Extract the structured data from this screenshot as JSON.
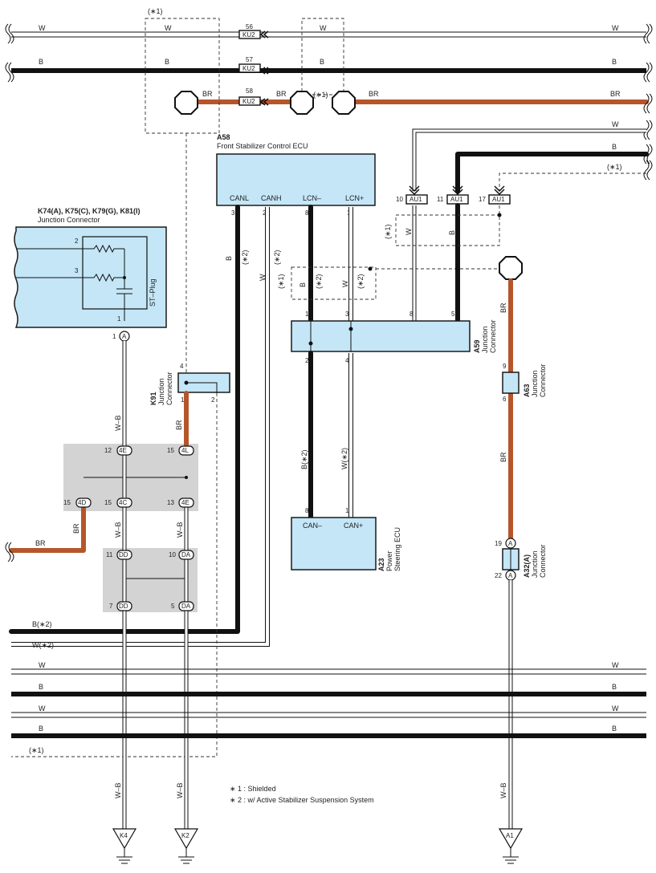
{
  "labels": {
    "w": "W",
    "b": "B",
    "br": "BR",
    "wb": "W–B",
    "shield": "(∗1)",
    "star2": "(∗2)",
    "b_star2": "B(∗2)",
    "w_star2": "W(∗2)"
  },
  "connectors": {
    "ku2_56": {
      "pin": "56",
      "name": "KU2"
    },
    "ku2_57": {
      "pin": "57",
      "name": "KU2"
    },
    "ku2_58": {
      "pin": "58",
      "name": "KU2"
    },
    "au1_10": {
      "pin": "10",
      "name": "AU1"
    },
    "au1_11": {
      "pin": "11",
      "name": "AU1"
    },
    "au1_17": {
      "pin": "17",
      "name": "AU1"
    }
  },
  "components": {
    "a58": {
      "code": "A58",
      "name": "Front Stabilizer Control ECU",
      "pins": [
        "CANL",
        "CANH",
        "LCN–",
        "LCN+"
      ],
      "pinnums": [
        "3",
        "2",
        "8",
        "1"
      ]
    },
    "a59": {
      "code": "A59",
      "name1": "Junction",
      "name2": "Connector",
      "pins": [
        "1",
        "3",
        "8",
        "5",
        "2",
        "4"
      ]
    },
    "a23": {
      "code": "A23",
      "name1": "Power",
      "name2": "Steering ECU",
      "pins": [
        "CAN–",
        "CAN+"
      ],
      "pinnums": [
        "8",
        "1"
      ]
    },
    "a63": {
      "code": "A63",
      "name1": "Junction",
      "name2": "Connector",
      "pins": [
        "9",
        "6"
      ]
    },
    "a32": {
      "code": "A32(A)",
      "name1": "Junction",
      "name2": "Connector",
      "letter": "A",
      "pins": [
        "19",
        "22"
      ]
    },
    "k74": {
      "code": "K74(A), K75(C), K79(G), K81(I)",
      "name": "Junction Connector",
      "pins": [
        "2",
        "3",
        "1"
      ],
      "plug": "ST–Plug",
      "letter": "A"
    },
    "k91": {
      "code": "K91",
      "name1": "Junction",
      "name2": "Connector",
      "pins": [
        "4",
        "1",
        "2"
      ]
    }
  },
  "splices": {
    "s1": {
      "pin": "12",
      "name": "4E"
    },
    "s2": {
      "pin": "15",
      "name": "4L"
    },
    "s3": {
      "pin": "15",
      "name": "4D"
    },
    "s4": {
      "pin": "15",
      "name": "4C"
    },
    "s5": {
      "pin": "13",
      "name": "4E"
    },
    "s6": {
      "pin": "11",
      "name": "DD"
    },
    "s7": {
      "pin": "10",
      "name": "DA"
    },
    "s8": {
      "pin": "7",
      "name": "DD"
    },
    "s9": {
      "pin": "5",
      "name": "DA"
    }
  },
  "notes": [
    "∗ 1 : Shielded",
    "∗ 2 : w/ Active Stabilizer Suspension System"
  ],
  "grounds": [
    "K4",
    "K2",
    "A1"
  ]
}
